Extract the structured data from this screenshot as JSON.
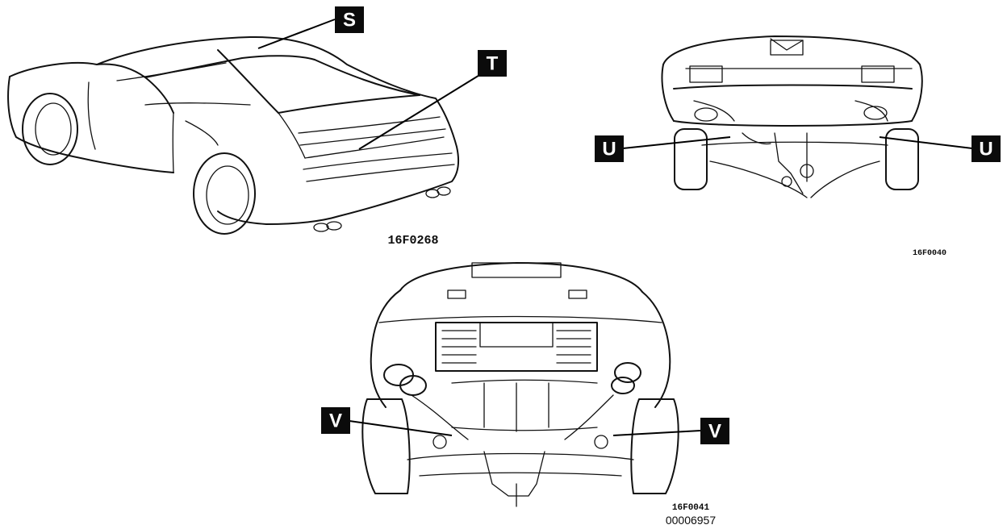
{
  "figure_codes": {
    "side_view": "16F0268",
    "front_under": "16F0040",
    "rear_under": "16F0041",
    "document_id": "00006957"
  },
  "callouts": {
    "S": "S",
    "T": "T",
    "U_left": "U",
    "U_right": "U",
    "V_left": "V",
    "V_right": "V"
  },
  "colors": {
    "ink": "#111111",
    "label_box": "#0b0b0b",
    "label_text": "#ffffff",
    "paper": "#ffffff"
  }
}
